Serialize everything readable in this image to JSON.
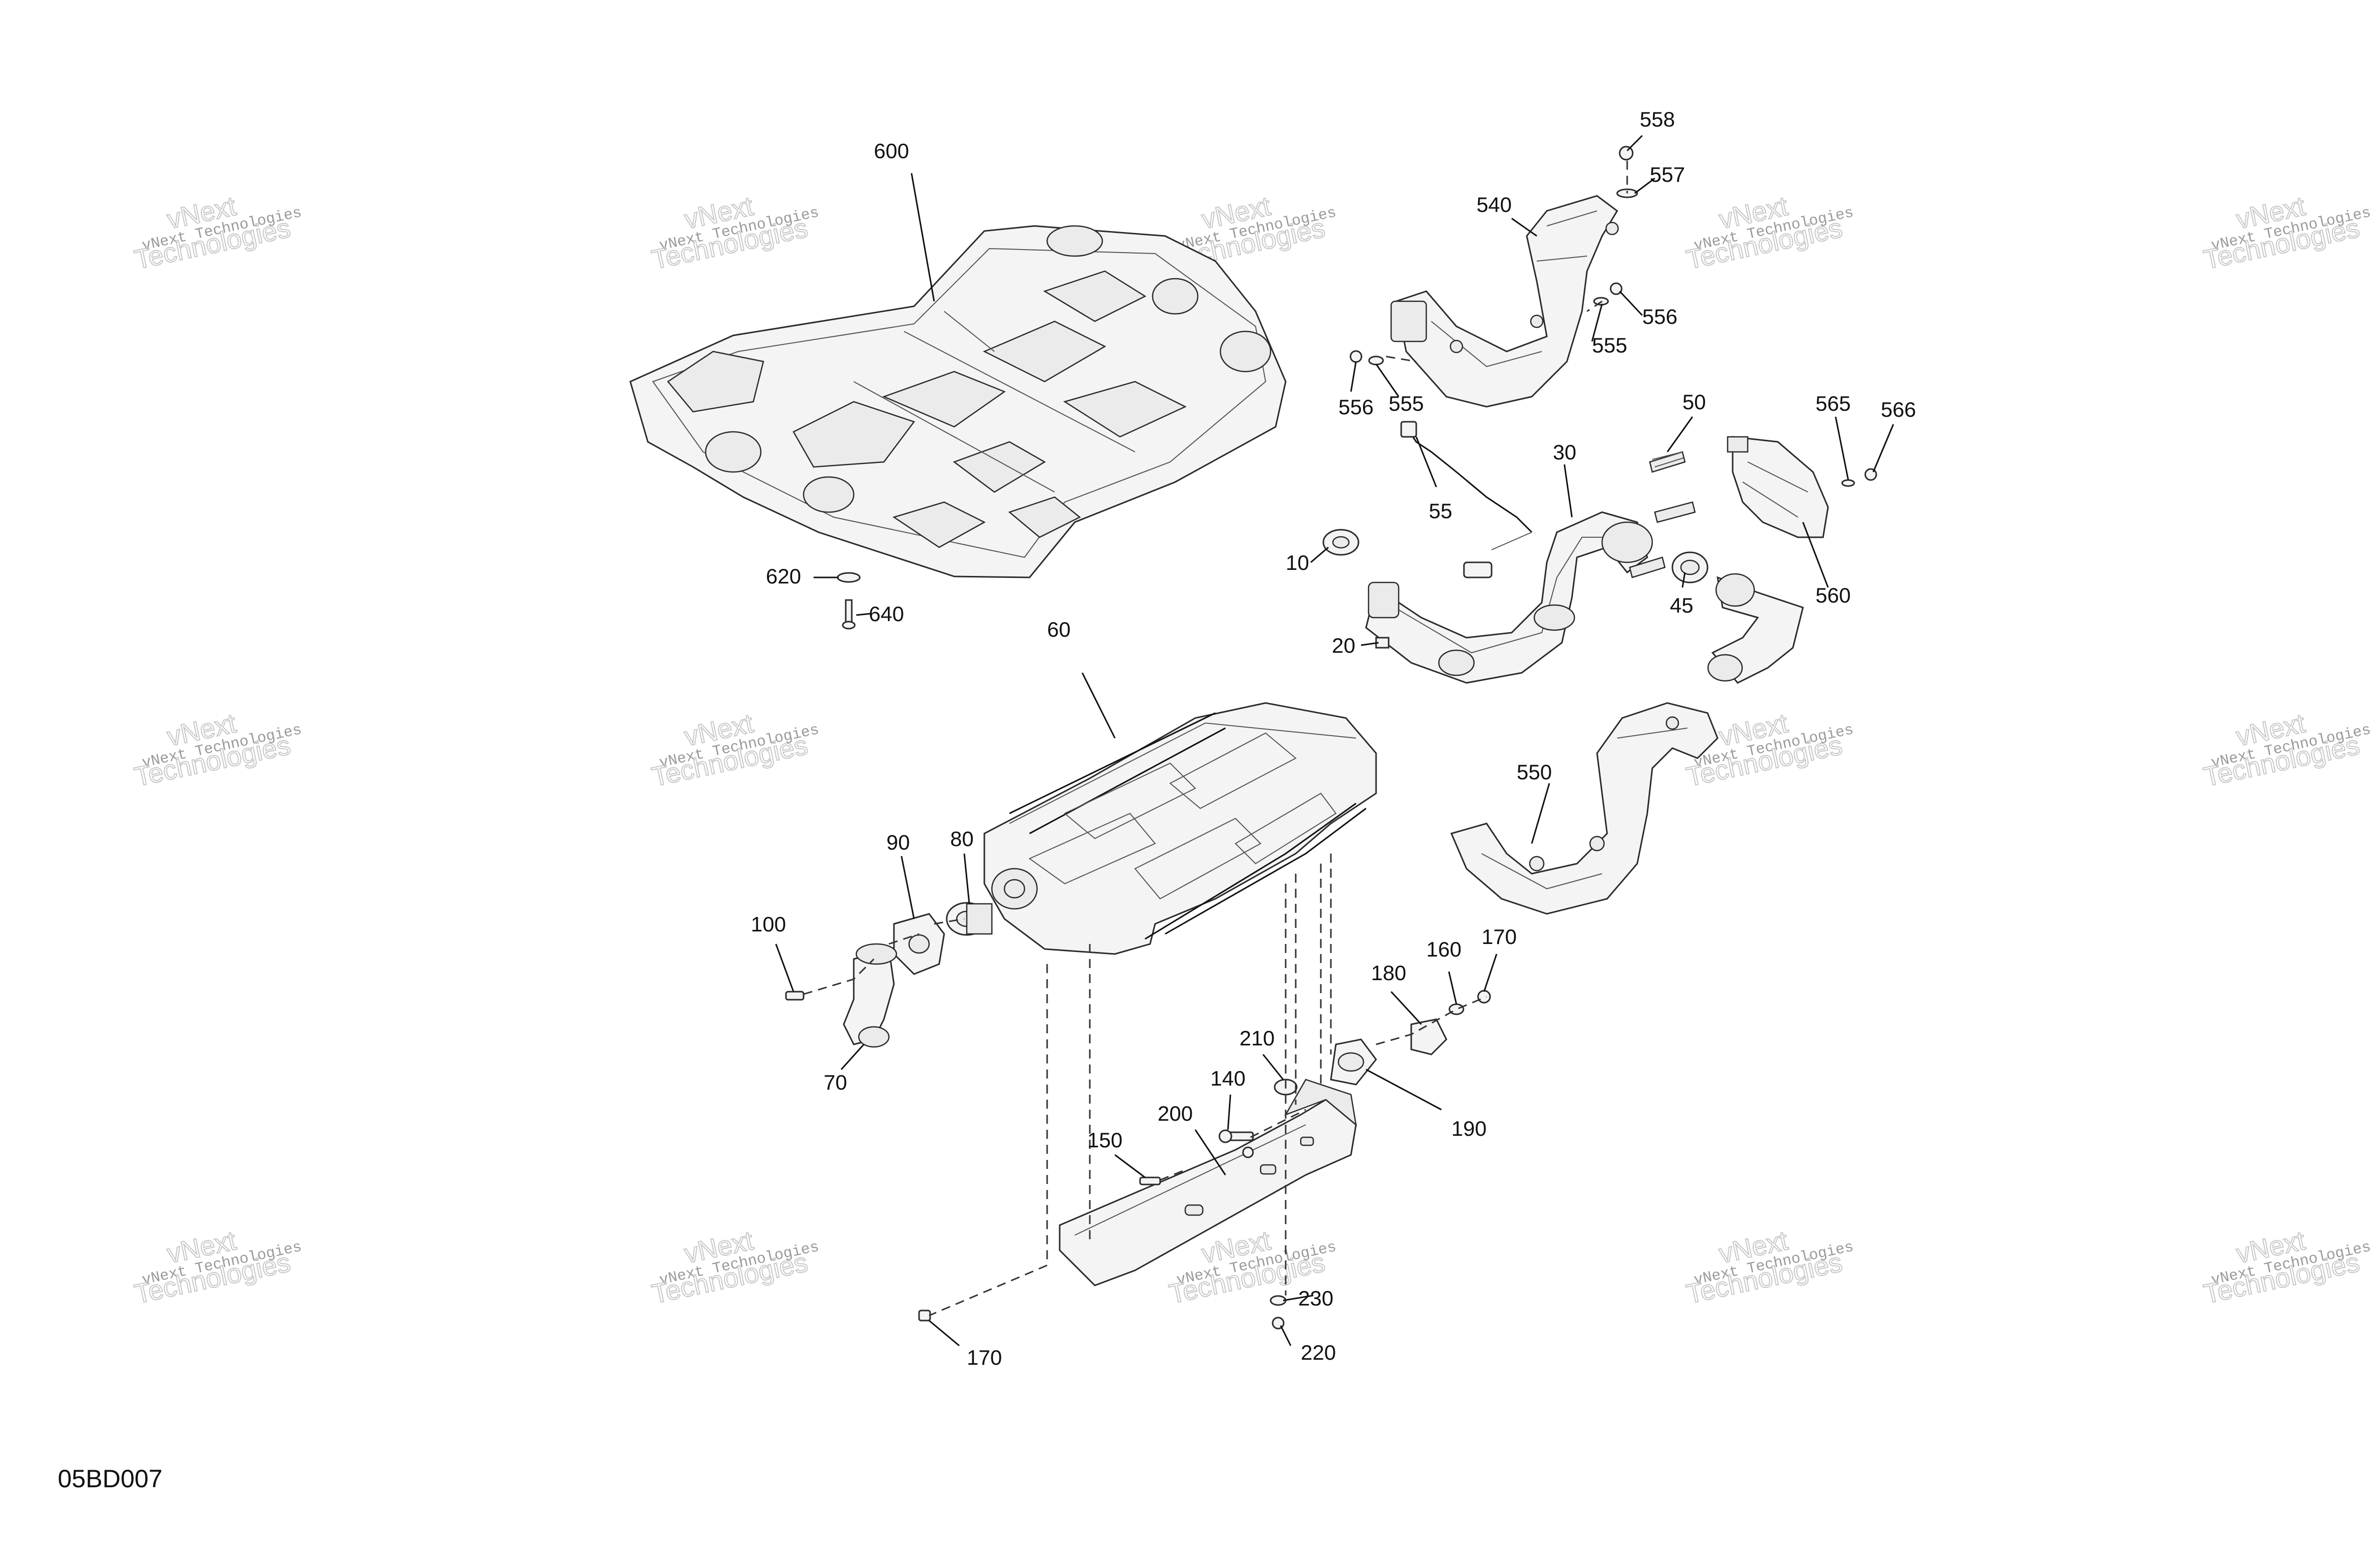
{
  "diagram": {
    "document_id": "05BD007",
    "callouts": {
      "c600": "600",
      "c620": "620",
      "c640": "640",
      "c540": "540",
      "c558": "558",
      "c557": "557",
      "c556a": "556",
      "c555a": "555",
      "c556b": "556",
      "c555b": "555",
      "c50": "50",
      "c30": "30",
      "c55": "55",
      "c10": "10",
      "c20": "20",
      "c45": "45",
      "c565": "565",
      "c566": "566",
      "c560": "560",
      "c60": "60",
      "c90": "90",
      "c80": "80",
      "c100": "100",
      "c70": "70",
      "c550": "550",
      "c180": "180",
      "c160": "160",
      "c170a": "170",
      "c190": "190",
      "c210": "210",
      "c140": "140",
      "c150": "150",
      "c200": "200",
      "c230": "230",
      "c220": "220",
      "c170b": "170"
    },
    "watermark": {
      "line1": "vNext Technologies",
      "line2": "vNext",
      "line3": "Technologies"
    }
  }
}
